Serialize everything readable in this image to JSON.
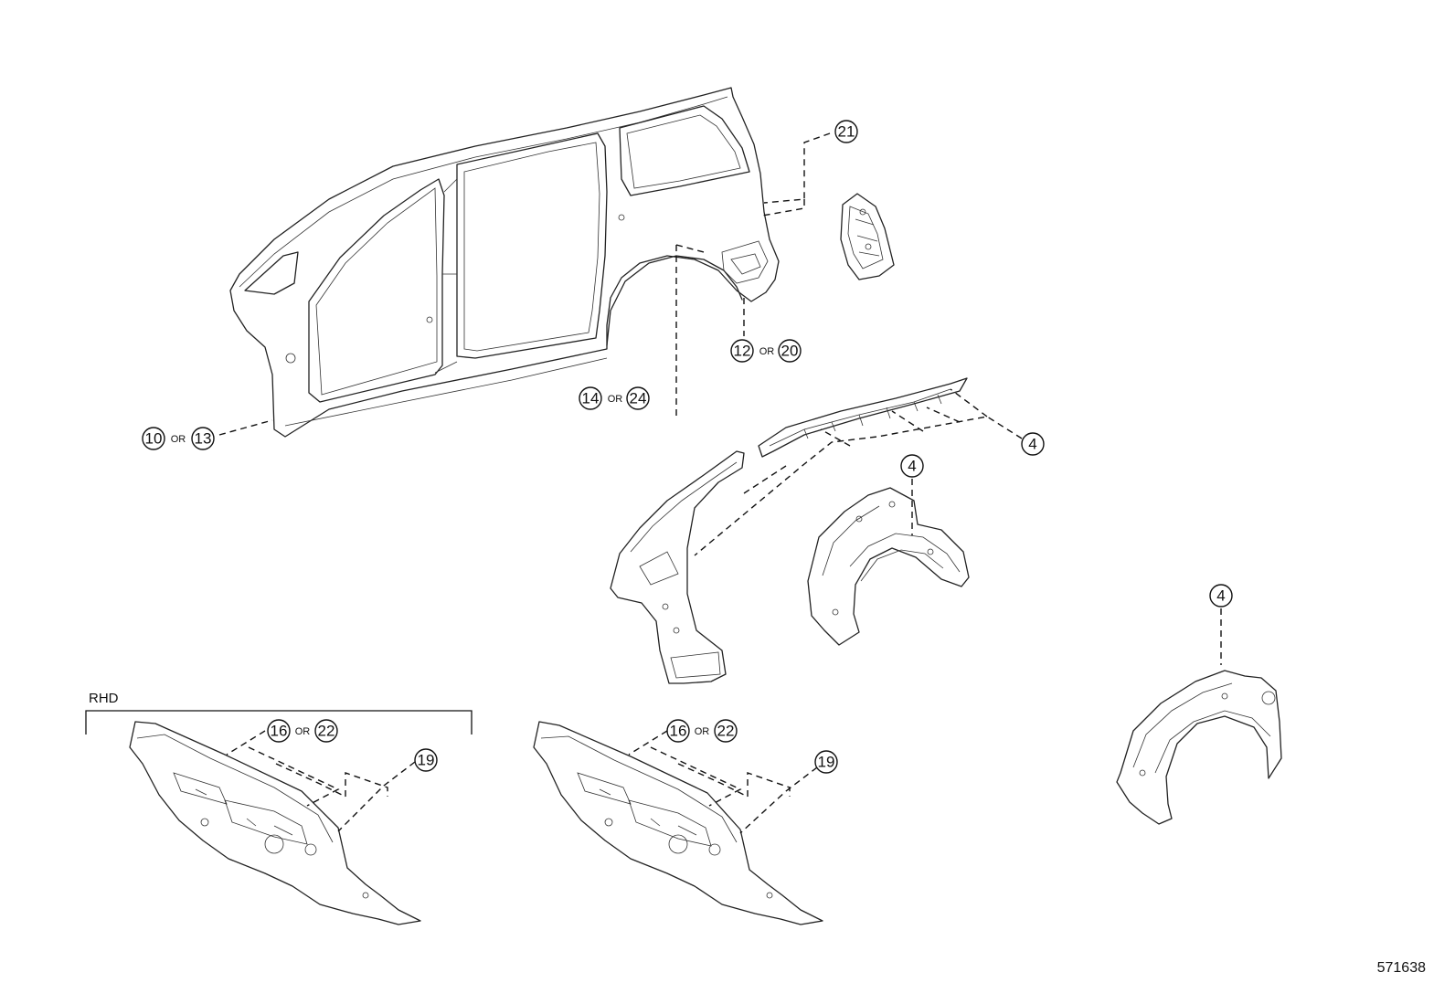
{
  "diagram": {
    "region_label": "RHD",
    "reference_number": "571638",
    "or_word": "OR",
    "callouts": [
      {
        "id": "c21",
        "numbers": [
          "21"
        ]
      },
      {
        "id": "c12-20",
        "numbers": [
          "12",
          "20"
        ]
      },
      {
        "id": "c14-24",
        "numbers": [
          "14",
          "24"
        ]
      },
      {
        "id": "c10-13",
        "numbers": [
          "10",
          "13"
        ]
      },
      {
        "id": "c4-top",
        "numbers": [
          "4"
        ]
      },
      {
        "id": "c4-mid",
        "numbers": [
          "4"
        ]
      },
      {
        "id": "c4-right",
        "numbers": [
          "4"
        ]
      },
      {
        "id": "c16-22-left",
        "numbers": [
          "16",
          "22"
        ]
      },
      {
        "id": "c19-left",
        "numbers": [
          "19"
        ]
      },
      {
        "id": "c16-22-right",
        "numbers": [
          "16",
          "22"
        ]
      },
      {
        "id": "c19-right",
        "numbers": [
          "19"
        ]
      }
    ]
  }
}
